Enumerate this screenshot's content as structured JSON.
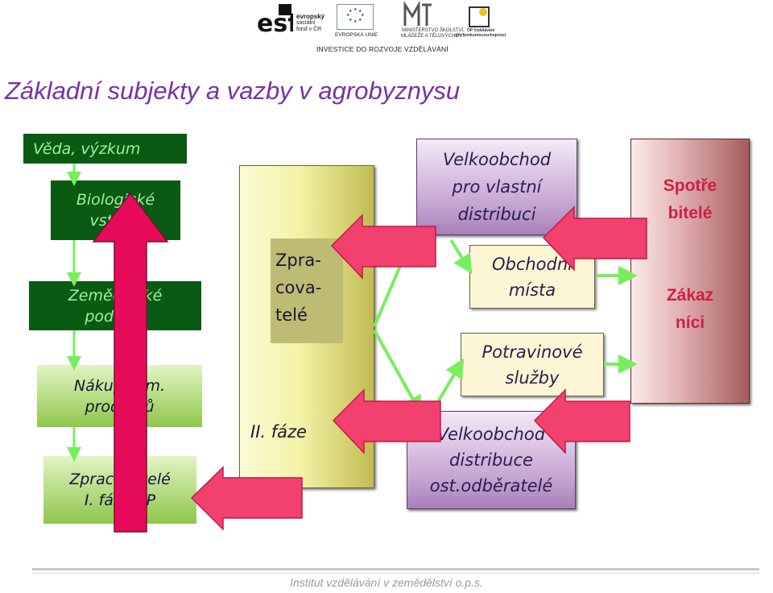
{
  "header": {
    "esf_lines": [
      "evropský",
      "sociální",
      "fond v ČR"
    ],
    "eu_label": "EVROPSKÁ UNIE",
    "msmt_lines": [
      "MINISTERSTVO ŠKOLSTVÍ,",
      "MLÁDEŽE A TĚLOVÝCHOVY"
    ],
    "op_lines": [
      "OP Vzdělávání",
      "pro konkurenceschopnost"
    ],
    "investice": "INVESTICE DO ROZVOJE VZDĚLÁVÁNÍ"
  },
  "title": "Základní subjekty a vazby v agrobyznysu",
  "left_column": {
    "veda": "Věda, výzkum",
    "bio": [
      "Biologické",
      "vstupy"
    ],
    "zemedelske": [
      "Zemědělské",
      "podniky"
    ],
    "nakup": [
      "Nákup zem.",
      "produktů"
    ],
    "zpracovatele": [
      "Zpracovatelé",
      "I. fáze ZP"
    ]
  },
  "middle_column": {
    "zpracovatele": [
      "Zpra-",
      "cova-",
      "telé"
    ],
    "faze": "II. fáze"
  },
  "distribution": {
    "velkoobchod_vlastni": [
      "Velkoobchod",
      "pro vlastní",
      "distribuci"
    ],
    "obchodni_mista": [
      "Obchodní",
      "místa"
    ],
    "potravinove_sluzby": [
      "Potravinové",
      "služby"
    ],
    "velkoobchod_ost": [
      "Velkoobchod",
      "distribuce",
      "ost.odběratelé"
    ]
  },
  "consumers": {
    "spotrebitele": [
      "Spotře",
      "bitelé"
    ],
    "zakaznici": [
      "Zákaz",
      "níci"
    ]
  },
  "footer": "Institut vzdělávání v zemědělství o.p.s.",
  "colors": {
    "title": "#7a2fa8",
    "arrow_pink": "#f2416e",
    "arrow_crimson": "#e60b5a",
    "connector_green": "#77ee5e",
    "consumer_text": "#cc2045"
  }
}
